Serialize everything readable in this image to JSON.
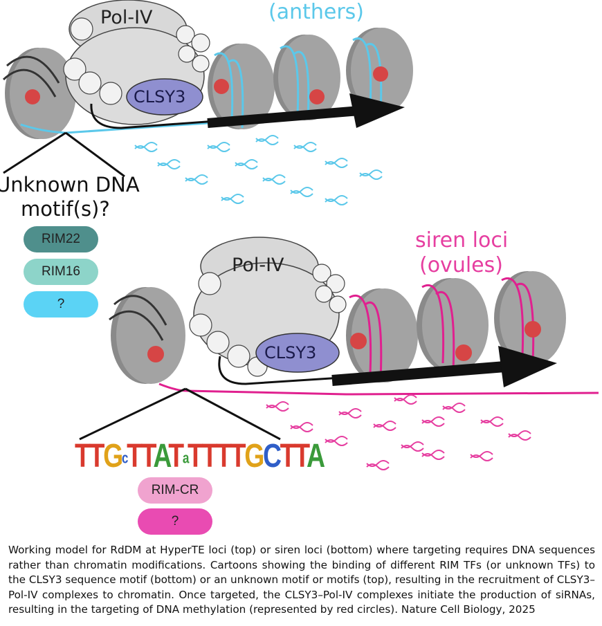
{
  "top": {
    "loci_label": "(anthers)",
    "motif_label_line1": "Unknown DNA",
    "motif_label_line2": "motif(s)?",
    "complex_label": "Pol-IV",
    "remodeler_label": "CLSY3",
    "tf_pills": [
      {
        "label": "RIM22",
        "color": "#4f8f8c"
      },
      {
        "label": "RIM16",
        "color": "#8dd4c9"
      },
      {
        "label": "?",
        "color": "#5bd3f5"
      }
    ],
    "dna_color": "#5bc8ea"
  },
  "bottom": {
    "loci_label_line1": "siren loci",
    "loci_label_line2": "(ovules)",
    "complex_label": "Pol-IV",
    "remodeler_label": "CLSY3",
    "motif_sequence": [
      {
        "ch": "T",
        "color": "#d93a2e"
      },
      {
        "ch": "T",
        "color": "#d93a2e"
      },
      {
        "ch": "G",
        "color": "#e0a21a"
      },
      {
        "ch": "c",
        "color": "#2f5ec8"
      },
      {
        "ch": "T",
        "color": "#d93a2e"
      },
      {
        "ch": "T",
        "color": "#d93a2e"
      },
      {
        "ch": "A",
        "color": "#3a9a3a"
      },
      {
        "ch": "T",
        "color": "#d93a2e"
      },
      {
        "ch": "a",
        "color": "#3a9a3a"
      },
      {
        "ch": "T",
        "color": "#d93a2e"
      },
      {
        "ch": "T",
        "color": "#d93a2e"
      },
      {
        "ch": "T",
        "color": "#d93a2e"
      },
      {
        "ch": "T",
        "color": "#d93a2e"
      },
      {
        "ch": "G",
        "color": "#e0a21a"
      },
      {
        "ch": "C",
        "color": "#2f5ec8"
      },
      {
        "ch": "T",
        "color": "#d93a2e"
      },
      {
        "ch": "T",
        "color": "#d93a2e"
      },
      {
        "ch": "A",
        "color": "#3a9a3a"
      }
    ],
    "tf_pills": [
      {
        "label": "RIM-CR",
        "color": "#f0a3cf"
      },
      {
        "label": "?",
        "color": "#e94bb2"
      }
    ],
    "dna_color": "#e0208f"
  },
  "colors": {
    "nucleosome": "#9a9a9a",
    "methylation": "#d64545",
    "polymerase": "#dcdcdc",
    "clsy": "#8f8fd0",
    "arrow": "#111111"
  },
  "caption": "Working model for RdDM at HyperTE loci (top) or siren loci (bottom) where targeting requires DNA sequences rather than chromatin modifications. Cartoons showing the binding of different RIM TFs (or unknown TFs) to the CLSY3 sequence motif (bottom) or an unknown motif or motifs (top), resulting in the recruitment of CLSY3–Pol-IV complexes to chromatin. Once targeted, the CLSY3–Pol-IV complexes initiate the production of siRNAs, resulting in the targeting of DNA methylation (represented by red circles). Nature Cell Biology, 2025"
}
